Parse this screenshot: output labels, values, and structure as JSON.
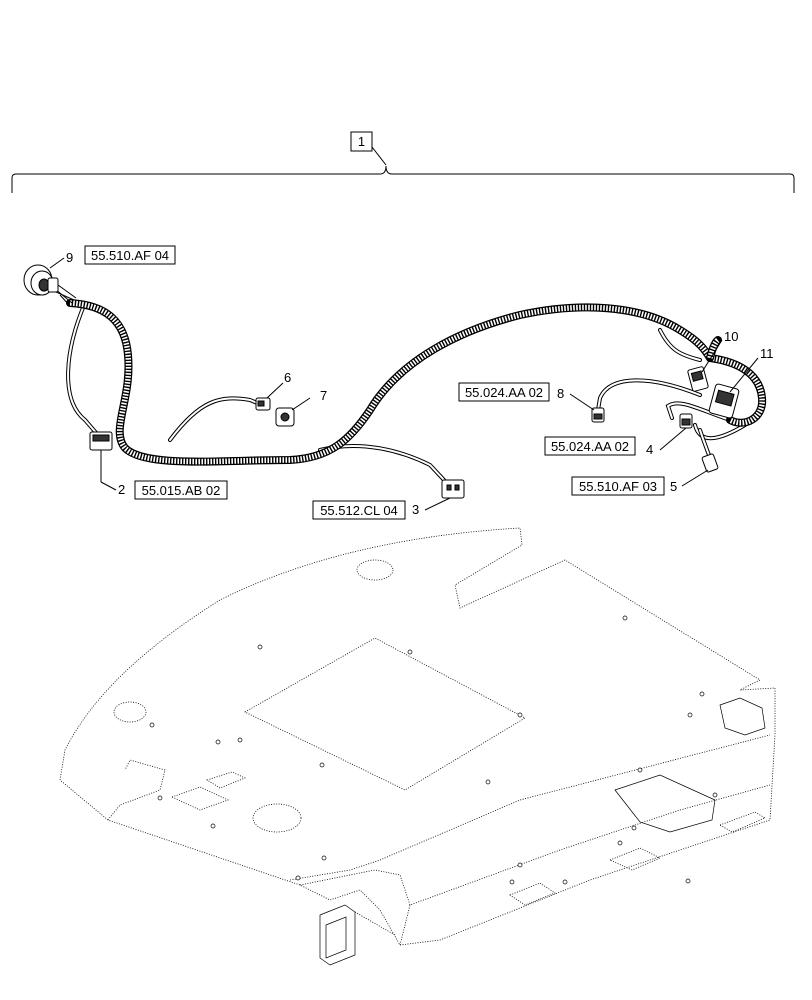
{
  "assembly": {
    "item_number": "1"
  },
  "callouts": [
    {
      "id": "9",
      "ref": "55.510.AF 04"
    },
    {
      "id": "2",
      "ref": "55.015.AB 02"
    },
    {
      "id": "6",
      "ref": ""
    },
    {
      "id": "7",
      "ref": ""
    },
    {
      "id": "3",
      "ref": "55.512.CL 04"
    },
    {
      "id": "8",
      "ref": "55.024.AA 02"
    },
    {
      "id": "4",
      "ref": "55.024.AA 02"
    },
    {
      "id": "5",
      "ref": "55.510.AF 03"
    },
    {
      "id": "10",
      "ref": ""
    },
    {
      "id": "11",
      "ref": ""
    }
  ]
}
